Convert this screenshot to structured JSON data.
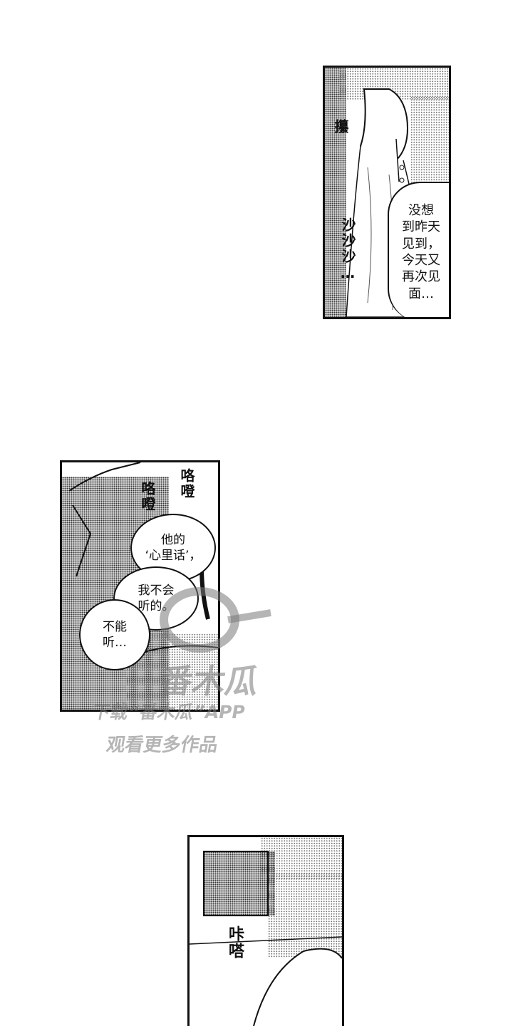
{
  "panel1": {
    "sfx_top": "攥",
    "sfx_rustle": "沙沙沙…",
    "speech": "没想\n到昨天\n见到，\n今天又\n再次见\n面…"
  },
  "panel2": {
    "sfx_a": "咯噔",
    "sfx_b": "咯噔",
    "speech_1": "他的\n‘心里话’，",
    "speech_2": "我不会\n听的。",
    "speech_3": "不能\n听…"
  },
  "panel3": {
    "sfx_click": "咔嗒"
  },
  "watermark": {
    "logo_text": "番木瓜",
    "line1": "下载“番木瓜”APP",
    "line2": "观看更多作品"
  }
}
